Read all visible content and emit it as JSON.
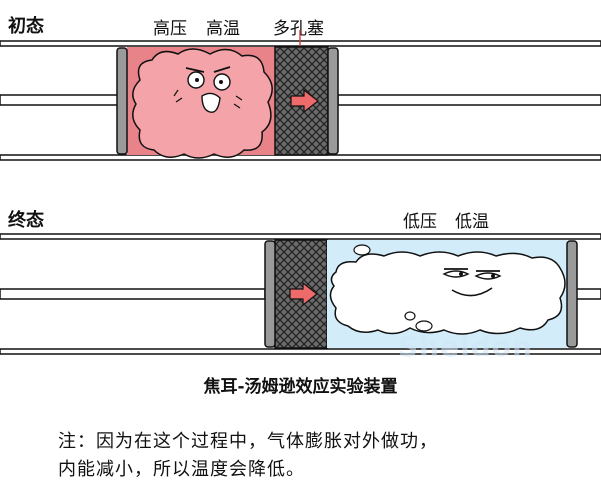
{
  "diagram": {
    "initial": {
      "label": "初态",
      "high_pressure": "高压",
      "high_temp": "高温",
      "plug_label": "多孔塞"
    },
    "final": {
      "label": "终态",
      "low_pressure": "低压",
      "low_temp": "低温"
    },
    "caption": "焦耳-汤姆逊效应实验装置",
    "note_line1": "注：因为在这个过程中，气体膨胀对外做功，",
    "note_line2": "内能减小，所以温度会降低。",
    "watermark": "Sheldon",
    "colors": {
      "hot_gas": "#f4a3a8",
      "hot_box": "#e8838a",
      "cold_gas": "#ffffff",
      "cold_box": "#d3ecfa",
      "arrow": "#ee6b6b",
      "plug": "#555555"
    }
  }
}
